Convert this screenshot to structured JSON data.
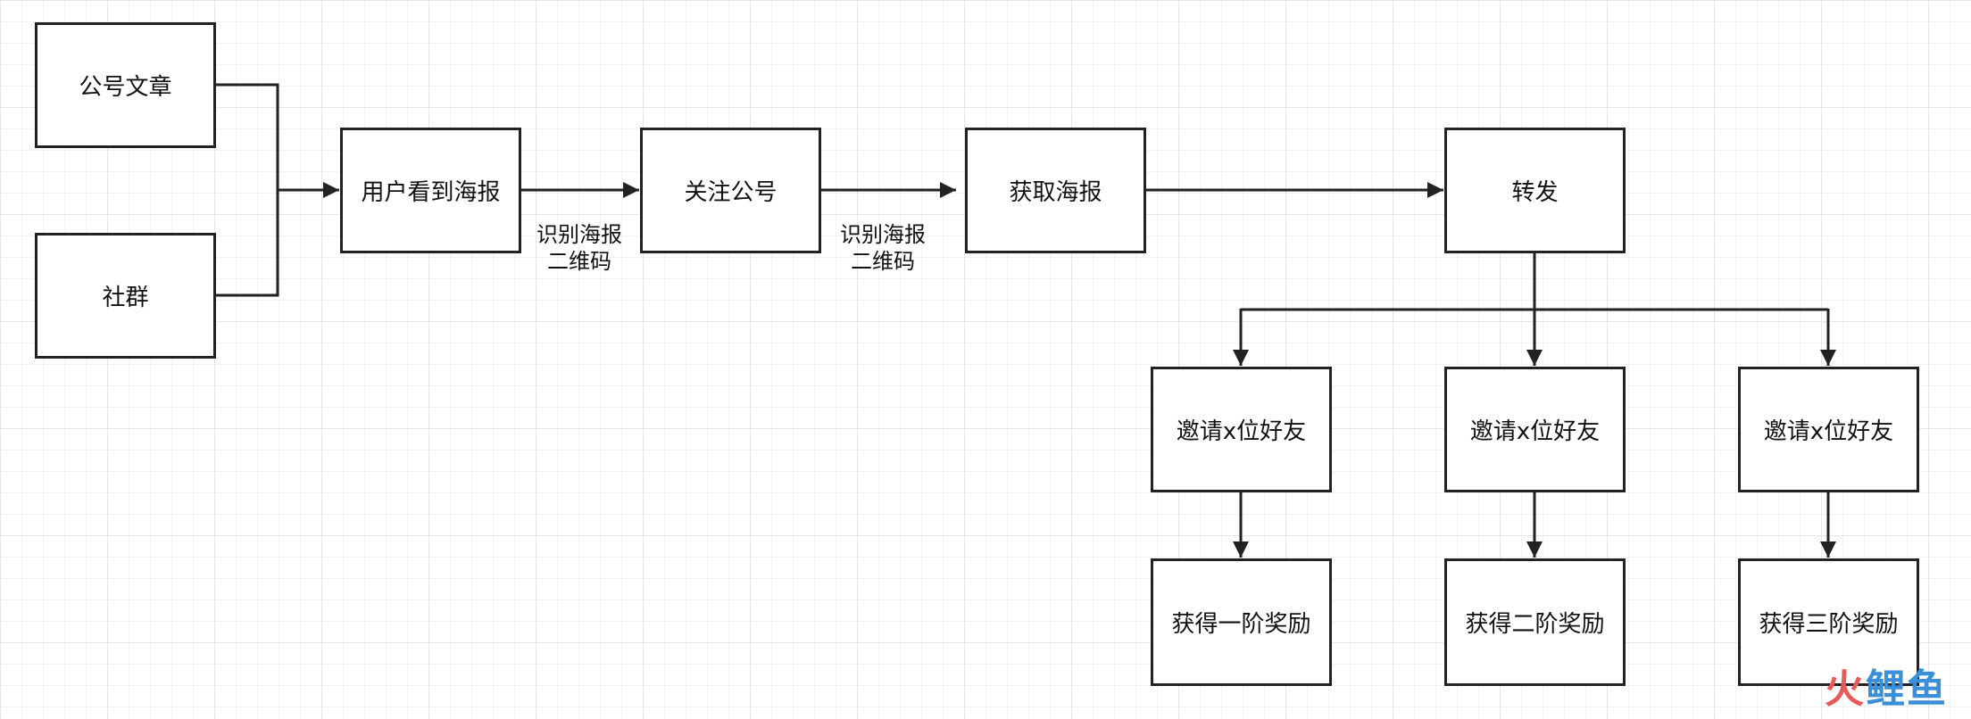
{
  "nodes": {
    "article": "公号文章",
    "community": "社群",
    "user_sees_poster": "用户看到海报",
    "follow_account": "关注公号",
    "get_poster": "获取海报",
    "forward": "转发",
    "invite_1": "邀请x位好友",
    "invite_2": "邀请x位好友",
    "invite_3": "邀请x位好友",
    "reward_1": "获得一阶奖励",
    "reward_2": "获得二阶奖励",
    "reward_3": "获得三阶奖励"
  },
  "edge_labels": {
    "scan_1": [
      "识别海报",
      "二维码"
    ],
    "scan_2": [
      "识别海报",
      "二维码"
    ]
  },
  "watermark": {
    "char1": "火",
    "char2": "鲤",
    "char3": "鱼"
  },
  "colors": {
    "stroke": "#222222",
    "grid": "#e6e6e6",
    "watermark_red": "#e85a5a",
    "watermark_blue": "#3b8fd8"
  }
}
